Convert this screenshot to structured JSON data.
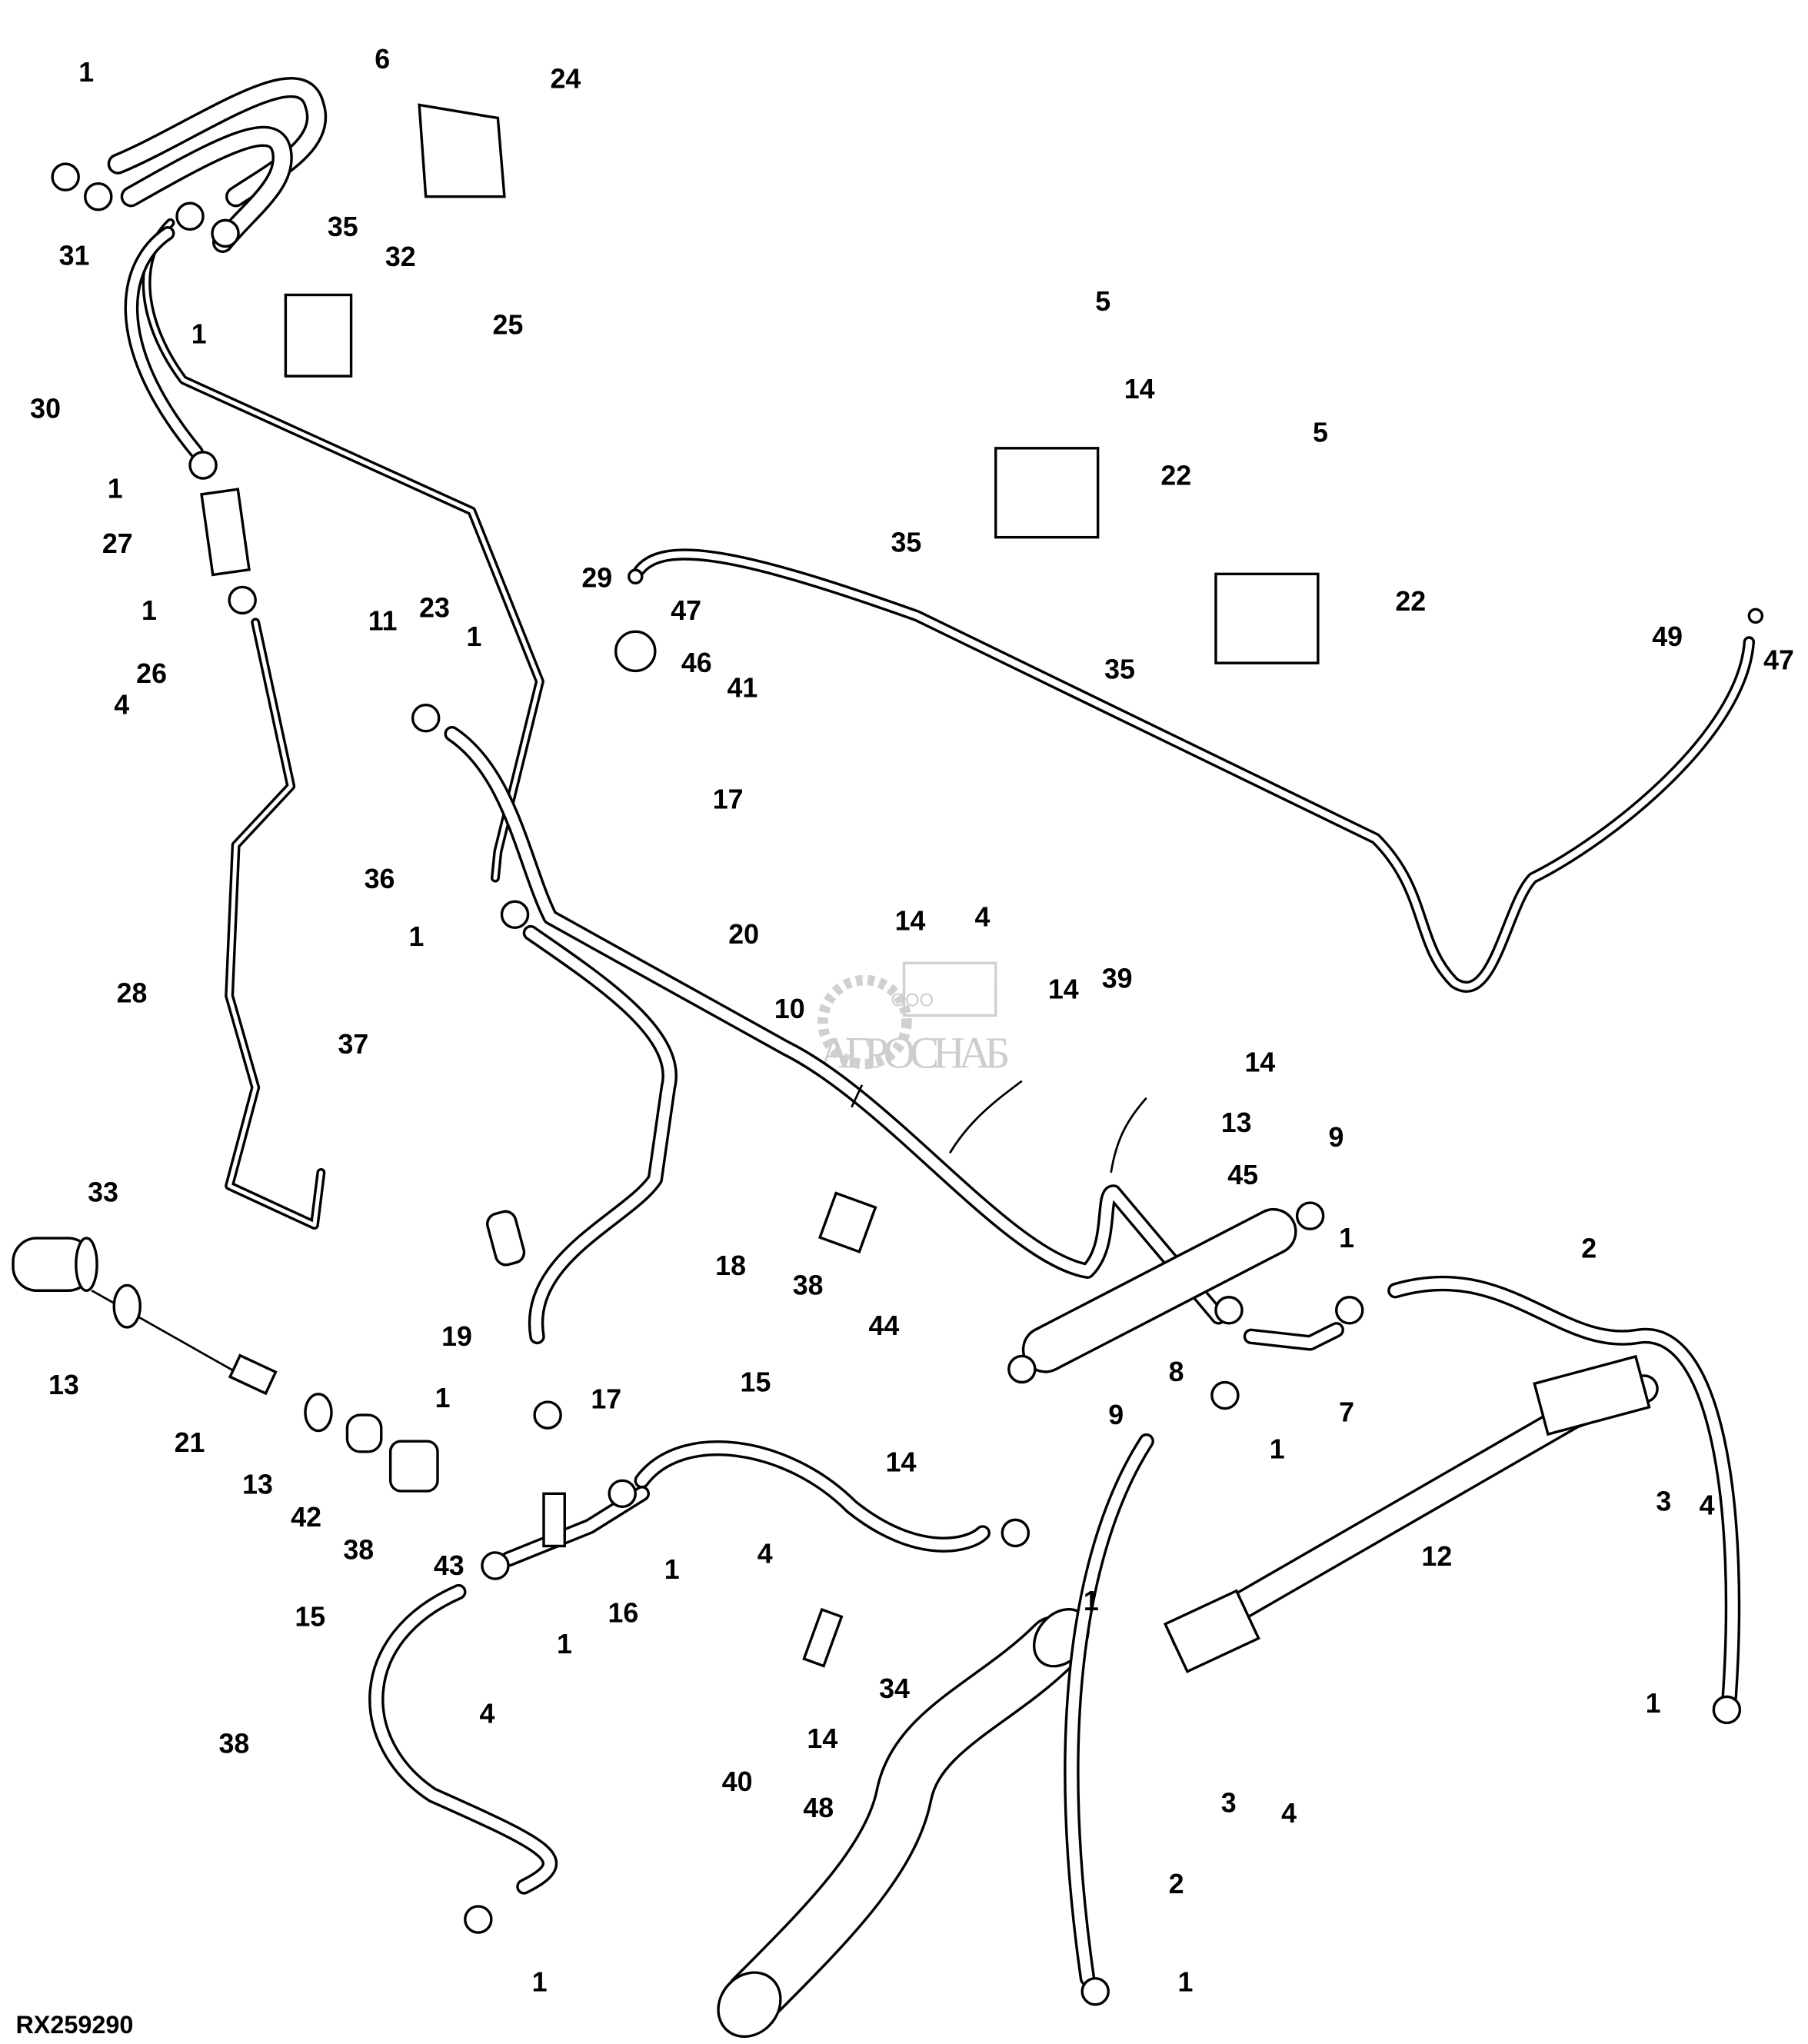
{
  "diagram": {
    "reference_number": "RX259290",
    "watermark": {
      "prefix": "ООО",
      "name": "АГРОСНАБ"
    },
    "callouts": [
      "1",
      "6",
      "24",
      "31",
      "35",
      "32",
      "1",
      "25",
      "30",
      "5",
      "14",
      "5",
      "22",
      "1",
      "27",
      "35",
      "29",
      "1",
      "11",
      "23",
      "1",
      "47",
      "22",
      "49",
      "47",
      "46",
      "35",
      "26",
      "4",
      "41",
      "17",
      "36",
      "1",
      "20",
      "14",
      "4",
      "14",
      "39",
      "28",
      "10",
      "37",
      "14",
      "13",
      "9",
      "45",
      "33",
      "1",
      "2",
      "18",
      "38",
      "44",
      "19",
      "13",
      "8",
      "15",
      "1",
      "17",
      "9",
      "7",
      "21",
      "1",
      "14",
      "13",
      "3",
      "4",
      "42",
      "4",
      "38",
      "43",
      "12",
      "1",
      "1",
      "16",
      "15",
      "1",
      "34",
      "1",
      "4",
      "38",
      "14",
      "40",
      "3",
      "4",
      "48",
      "2",
      "1",
      "1"
    ]
  }
}
